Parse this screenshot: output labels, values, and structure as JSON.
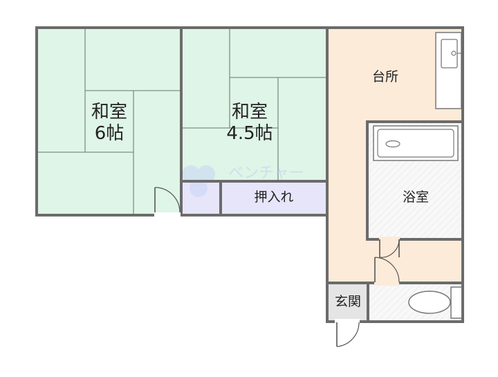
{
  "colors": {
    "tatami": "#dff5e7",
    "tatami_seam": "#7d8f86",
    "wood_floor": "#fdebd9",
    "wet_area": "#f7f7f7",
    "closet": "#e6e5fa",
    "genkan": "#e5e5e5",
    "wall": "#6b6b6b",
    "fixture": "#777777",
    "watermark": "#c9d3f5"
  },
  "rooms": {
    "washitsu_6": {
      "name": "和室",
      "size": "6帖"
    },
    "washitsu_45": {
      "name": "和室",
      "size": "4.5帖"
    },
    "daidokoro": {
      "name": "台所"
    },
    "yokushitsu": {
      "name": "浴室"
    },
    "oshiire": {
      "name": "押入れ"
    },
    "genkan": {
      "name": "玄関"
    }
  },
  "watermark": {
    "text": "ベンチャー"
  }
}
